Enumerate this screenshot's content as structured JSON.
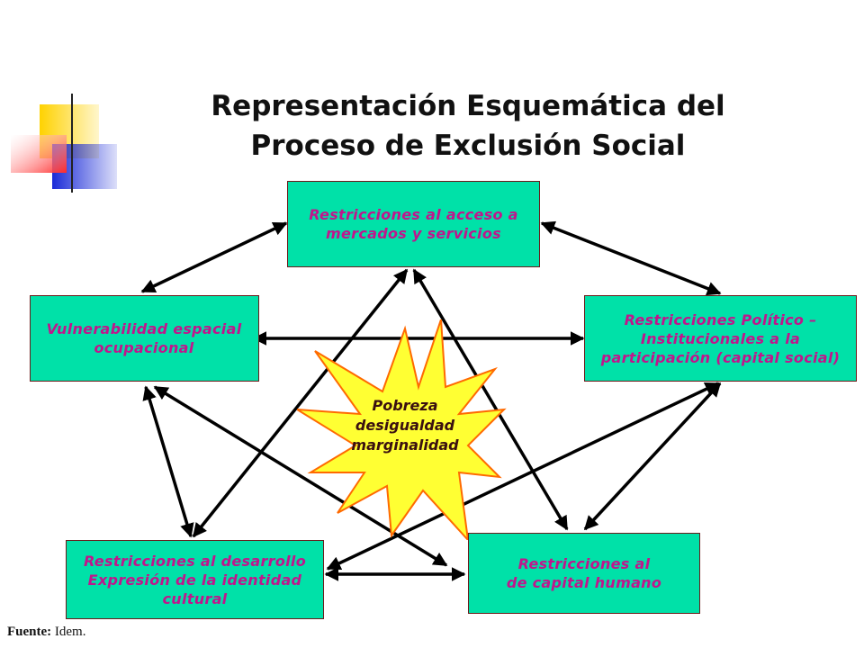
{
  "title": {
    "line1": "Representación Esquemática del",
    "line2": "Proceso de Exclusión Social"
  },
  "nodes": {
    "top": "Restricciones al acceso a\nmercados y servicios",
    "left": "Vulnerabilidad espacial\nocupacional",
    "right": "Restricciones Político –\nInstitucionales a la\nparticipación (capital social)",
    "bottom_left": "Restricciones al desarrollo\nExpresión de la identidad\ncultural",
    "bottom_right": "Restricciones al\nde capital humano"
  },
  "center": "Pobreza\ndesigualdad\nmarginalidad",
  "source": {
    "label": "Fuente:",
    "text": "Idem."
  },
  "colors": {
    "node_fill": "#00e1a8",
    "node_text": "#c0168c",
    "star_fill": "#ffff33",
    "star_outline": "#ff6a00",
    "arrow": "#000000"
  }
}
